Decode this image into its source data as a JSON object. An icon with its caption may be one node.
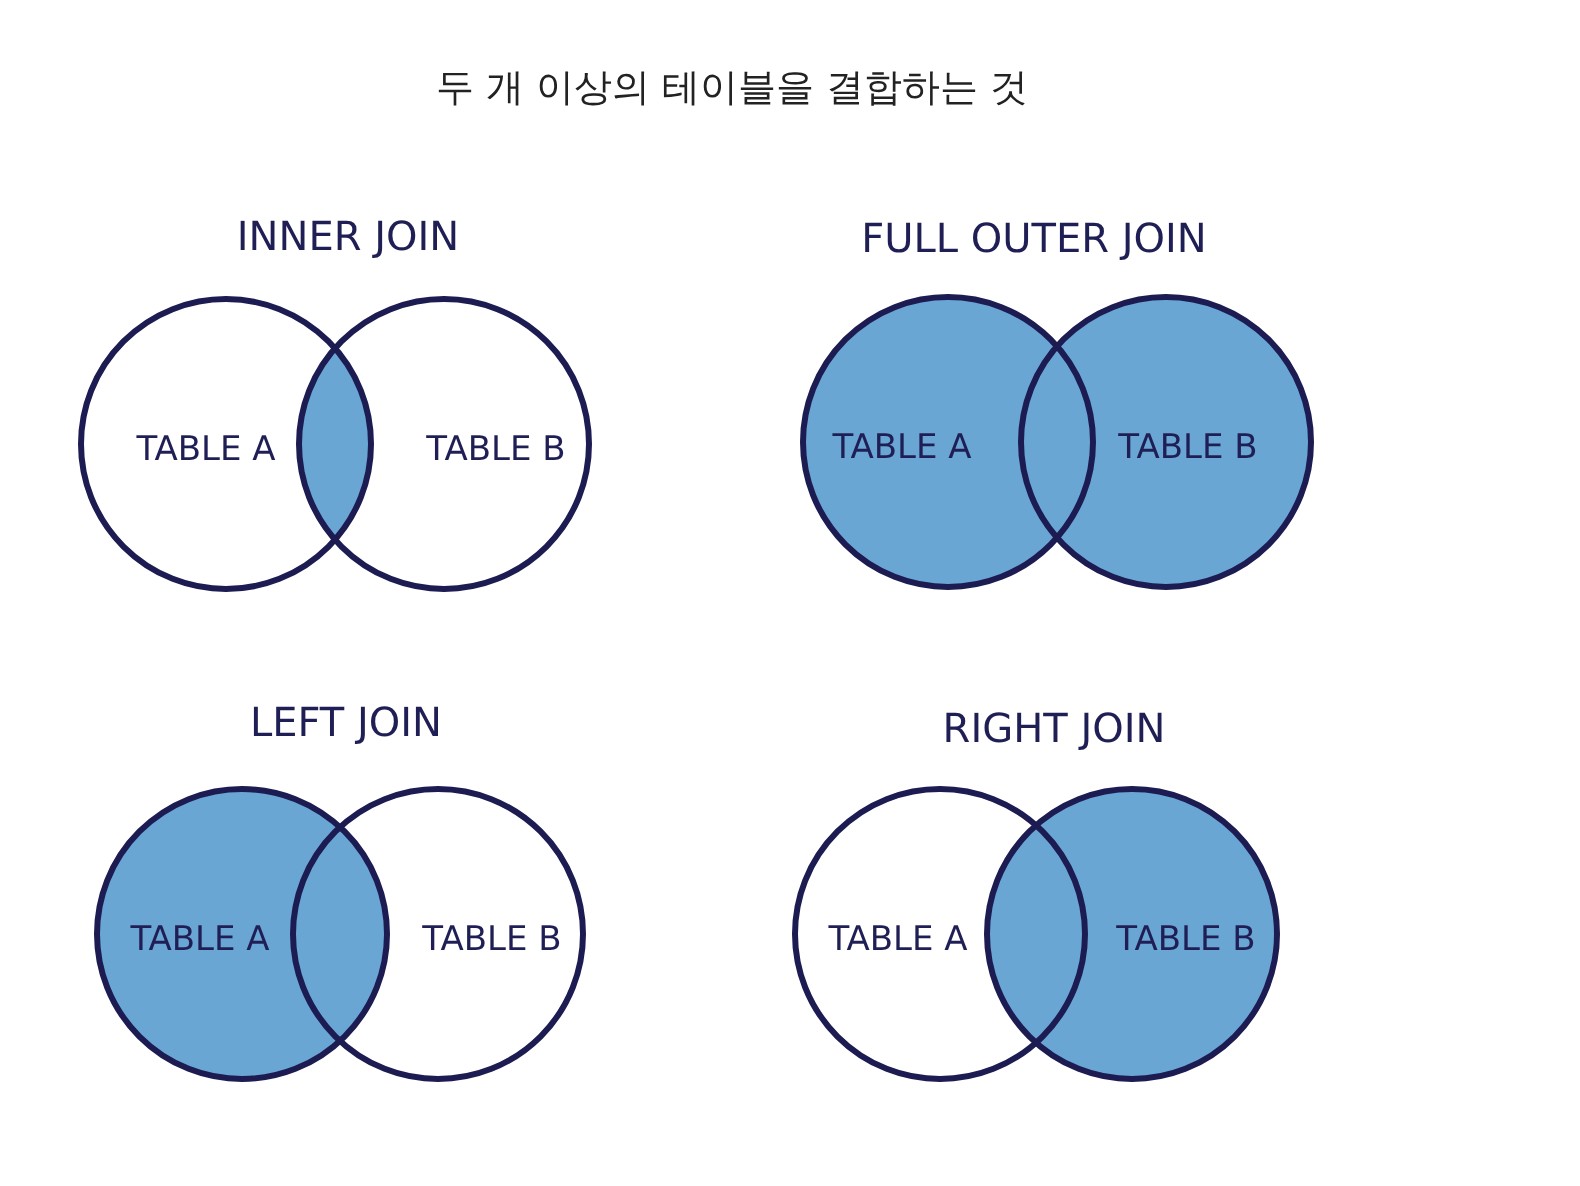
{
  "diagram": {
    "title": "두 개 이상의 테이블을 결합하는 것",
    "nodes": [
      {
        "text": [
          "TABLE A"
        ]
      },
      {
        "text": [
          "TABLE B"
        ]
      },
      {
        "text": [
          "TABLE A"
        ]
      },
      {
        "text": [
          "TABLE B"
        ]
      },
      {
        "text": [
          "TABLE A"
        ]
      },
      {
        "text": [
          "TABLE B"
        ]
      },
      {
        "text": [
          "TABLE A"
        ]
      },
      {
        "text": [
          "TABLE B"
        ]
      }
    ],
    "labels": [
      "INNER JOIN",
      "FULL OUTER JOIN",
      "LEFT JOIN",
      "RIGHT JOIN"
    ]
  }
}
